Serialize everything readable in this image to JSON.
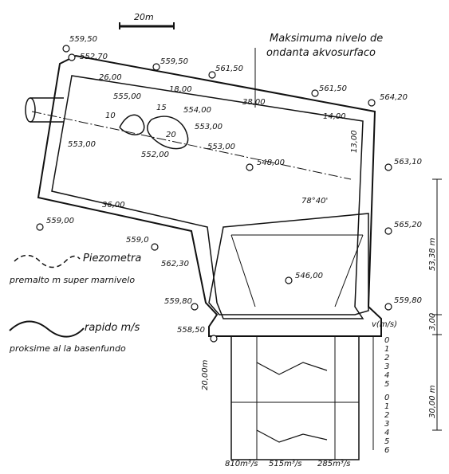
{
  "scale_label": "20m",
  "title_lines": [
    "Maksimuma nivelo de",
    "ondanta akvosurfaco"
  ],
  "legend": {
    "piezometra": "Piezometra",
    "piezometra_desc": "premalto m super marnivelo",
    "rapido": "rapido m/s",
    "rapido_desc": "proksime al la basenfundo"
  },
  "elevations": {
    "e1": "559,50",
    "e2": "552,70",
    "e3": "559,50",
    "e4": "561,50",
    "e5": "561,50",
    "e6": "564,20",
    "e7": "563,10",
    "e8": "565,20",
    "e9": "559,00",
    "e10": "559,0",
    "e11": "562,30",
    "e12": "559,80",
    "e13": "559,80",
    "e14": "558,50",
    "e15": "548,00",
    "e16": "546,00"
  },
  "contours": {
    "c1": "555,00",
    "c2": "554,00",
    "c3": "553,00",
    "c4": "553,00",
    "c5": "553,00",
    "c6": "552,00",
    "v1": "10",
    "v2": "15",
    "v3": "20"
  },
  "dims": {
    "d1": "26,00",
    "d2": "18,00",
    "d3": "38,00",
    "d4": "14,00",
    "d5": "13,00",
    "d6": "36,00",
    "angle": "78°40'",
    "d_53": "53,38 m",
    "d_3": "3,00",
    "d_30": "30,00 m",
    "d_20": "20,00m"
  },
  "velocity_axis": {
    "title": "v(m/s)",
    "ticks_top": [
      "0",
      "1",
      "2",
      "3",
      "4",
      "5"
    ],
    "ticks_bottom": [
      "0",
      "1",
      "2",
      "3",
      "4",
      "5",
      "6"
    ]
  },
  "flows": [
    "810m³/s",
    "515m³/s",
    "285m³/s"
  ]
}
